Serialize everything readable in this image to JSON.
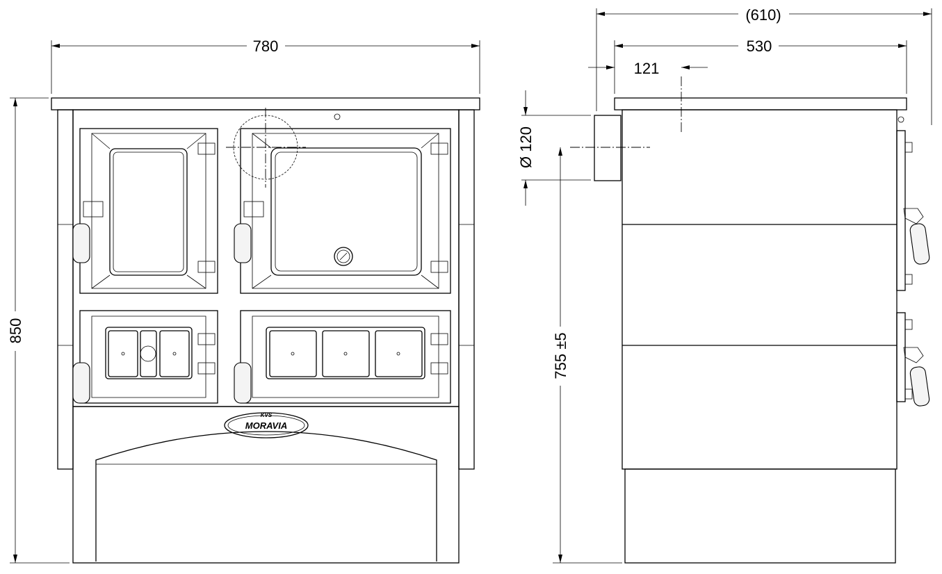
{
  "dimensions": {
    "front_width": "780",
    "front_height": "850",
    "side_total_depth": "(610)",
    "side_depth": "530",
    "flue_offset": "121",
    "flue_diameter": "Ø 120",
    "flue_height": "755 ±5"
  },
  "logo": {
    "top": "KVS",
    "brand": "MORAVIA"
  },
  "colors": {
    "line": "#000000",
    "background": "#ffffff"
  }
}
